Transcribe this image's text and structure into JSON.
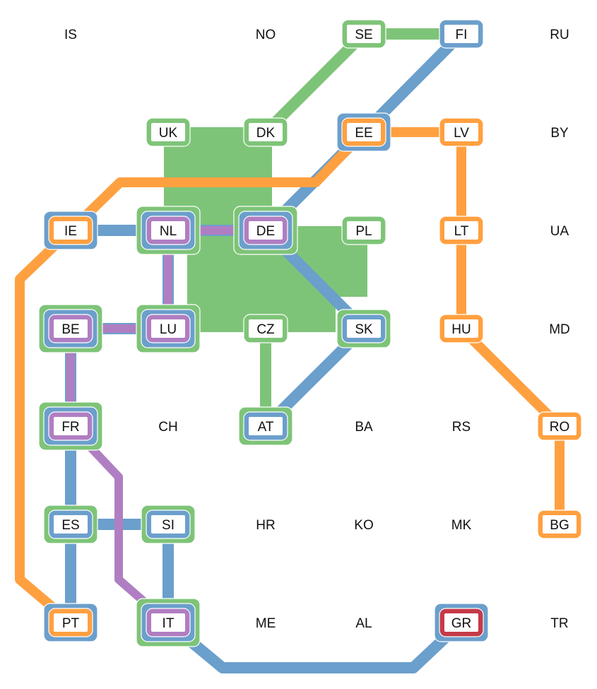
{
  "countries": [
    {
      "code": "IS",
      "col": 0,
      "row": 0
    },
    {
      "code": "NO",
      "col": 2,
      "row": 0
    },
    {
      "code": "SE",
      "col": 3,
      "row": 0
    },
    {
      "code": "FI",
      "col": 4,
      "row": 0
    },
    {
      "code": "RU",
      "col": 5,
      "row": 0
    },
    {
      "code": "UK",
      "col": 1,
      "row": 1
    },
    {
      "code": "DK",
      "col": 2,
      "row": 1
    },
    {
      "code": "EE",
      "col": 3,
      "row": 1
    },
    {
      "code": "LV",
      "col": 4,
      "row": 1
    },
    {
      "code": "BY",
      "col": 5,
      "row": 1
    },
    {
      "code": "IE",
      "col": 0,
      "row": 2
    },
    {
      "code": "NL",
      "col": 1,
      "row": 2
    },
    {
      "code": "DE",
      "col": 2,
      "row": 2
    },
    {
      "code": "PL",
      "col": 3,
      "row": 2
    },
    {
      "code": "LT",
      "col": 4,
      "row": 2
    },
    {
      "code": "UA",
      "col": 5,
      "row": 2
    },
    {
      "code": "BE",
      "col": 0,
      "row": 3
    },
    {
      "code": "LU",
      "col": 1,
      "row": 3
    },
    {
      "code": "CZ",
      "col": 2,
      "row": 3
    },
    {
      "code": "SK",
      "col": 3,
      "row": 3
    },
    {
      "code": "HU",
      "col": 4,
      "row": 3
    },
    {
      "code": "MD",
      "col": 5,
      "row": 3
    },
    {
      "code": "FR",
      "col": 0,
      "row": 4
    },
    {
      "code": "CH",
      "col": 1,
      "row": 4
    },
    {
      "code": "AT",
      "col": 2,
      "row": 4
    },
    {
      "code": "BA",
      "col": 3,
      "row": 4
    },
    {
      "code": "RS",
      "col": 4,
      "row": 4
    },
    {
      "code": "RO",
      "col": 5,
      "row": 4
    },
    {
      "code": "ES",
      "col": 0,
      "row": 5
    },
    {
      "code": "SI",
      "col": 1,
      "row": 5
    },
    {
      "code": "HR",
      "col": 2,
      "row": 5
    },
    {
      "code": "KO",
      "col": 3,
      "row": 5
    },
    {
      "code": "MK",
      "col": 4,
      "row": 5
    },
    {
      "code": "BG",
      "col": 5,
      "row": 5
    },
    {
      "code": "PT",
      "col": 0,
      "row": 6
    },
    {
      "code": "IT",
      "col": 1,
      "row": 6
    },
    {
      "code": "ME",
      "col": 2,
      "row": 6
    },
    {
      "code": "AL",
      "col": 3,
      "row": 6
    },
    {
      "code": "GR",
      "col": 4,
      "row": 6
    },
    {
      "code": "TR",
      "col": 5,
      "row": 6
    }
  ],
  "sets": [
    {
      "name": "green",
      "color": "#7ec478",
      "members": [
        "SE",
        "DK",
        "UK",
        "NL",
        "DE",
        "PL",
        "BE",
        "LU",
        "CZ",
        "SK",
        "FR",
        "AT",
        "ES",
        "SI",
        "IT"
      ],
      "links": [
        [
          "SE",
          "FI"
        ],
        [
          "SE",
          "DK"
        ],
        [
          "CZ",
          "AT"
        ],
        [
          "SI",
          "IT"
        ]
      ]
    },
    {
      "name": "blue",
      "color": "#6b9fcc",
      "members": [
        "FI",
        "EE",
        "IE",
        "NL",
        "DE",
        "BE",
        "LU",
        "SK",
        "FR",
        "AT",
        "ES",
        "SI",
        "PT",
        "IT",
        "GR"
      ],
      "links": [
        [
          "FI",
          "EE"
        ],
        [
          "EE",
          "DE"
        ],
        [
          "IE",
          "NL"
        ],
        [
          "NL",
          "DE"
        ],
        [
          "DE",
          "SK"
        ],
        [
          "SK",
          "AT"
        ],
        [
          "NL",
          "LU"
        ],
        [
          "BE",
          "LU"
        ],
        [
          "BE",
          "FR"
        ],
        [
          "FR",
          "ES"
        ],
        [
          "ES",
          "SI"
        ],
        [
          "ES",
          "PT"
        ],
        [
          "SI",
          "IT"
        ],
        [
          "IT",
          "GR"
        ]
      ]
    },
    {
      "name": "orange",
      "color": "#ffa040",
      "members": [
        "EE",
        "LV",
        "IE",
        "LT",
        "HU",
        "RO",
        "BG",
        "PT"
      ],
      "links": [
        [
          "EE",
          "LV"
        ],
        [
          "EE",
          "IE"
        ],
        [
          "IE",
          "PT"
        ],
        [
          "LV",
          "LT"
        ],
        [
          "LT",
          "HU"
        ],
        [
          "HU",
          "RO"
        ],
        [
          "RO",
          "BG"
        ]
      ]
    },
    {
      "name": "purple",
      "color": "#b07ec2",
      "members": [
        "NL",
        "DE",
        "BE",
        "LU",
        "FR",
        "IT"
      ],
      "links": [
        [
          "NL",
          "DE"
        ],
        [
          "NL",
          "LU"
        ],
        [
          "LU",
          "BE"
        ],
        [
          "BE",
          "FR"
        ],
        [
          "FR",
          "IT"
        ]
      ]
    },
    {
      "name": "red",
      "color": "#c53a48",
      "members": [
        "GR"
      ],
      "links": []
    }
  ]
}
